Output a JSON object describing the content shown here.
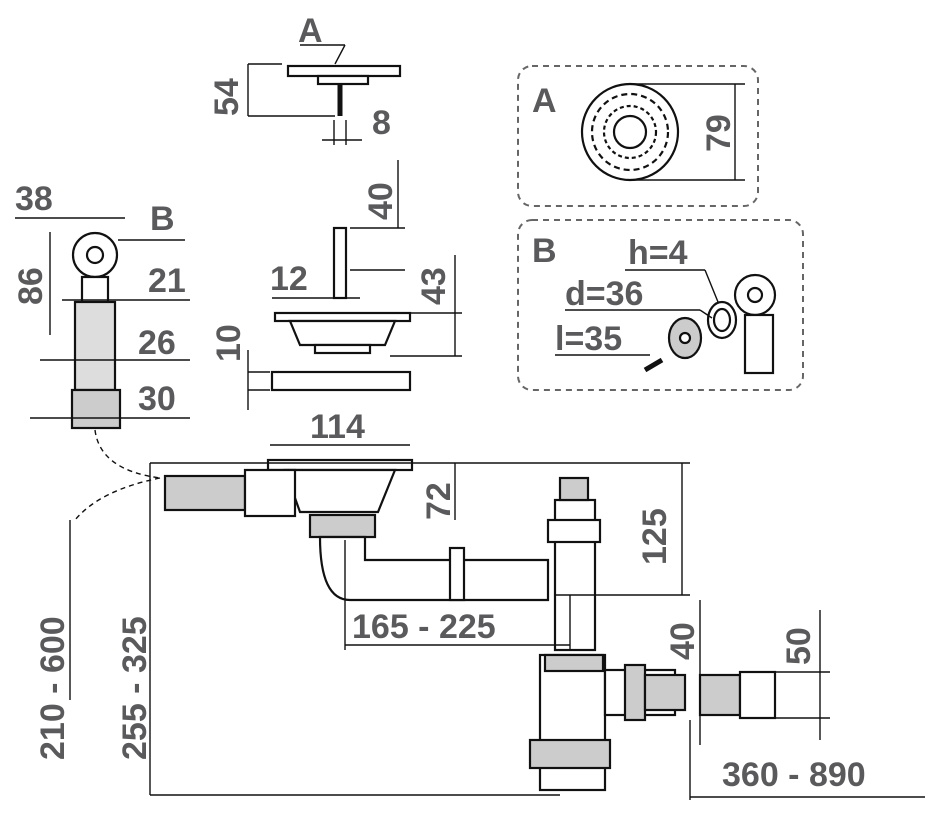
{
  "title": "Sink strainer and siphon assembly dimensions",
  "labels": {
    "strainer_a": "A",
    "strainer_height": "54",
    "stem_width": "8",
    "bolt_length": "40",
    "bolt_width": "12",
    "basket_height": "43",
    "gasket_height": "10",
    "overflow_width": "38",
    "overflow_b": "B",
    "overflow_height": "86",
    "d21": "21",
    "d26": "26",
    "d30": "30",
    "basket_diameter": "114",
    "basket_depth": "72",
    "siphon_top": "125",
    "pipe_range": "165 - 225",
    "outlet_40": "40",
    "outlet_50": "50",
    "outlet_range": "360 - 890",
    "overflow_hose_range": "210 - 600",
    "total_height_range": "255 - 325"
  },
  "inset_a": {
    "label": "A",
    "diameter": "79"
  },
  "inset_b": {
    "label": "B",
    "h": "h=4",
    "d": "d=36",
    "l": "l=35"
  }
}
